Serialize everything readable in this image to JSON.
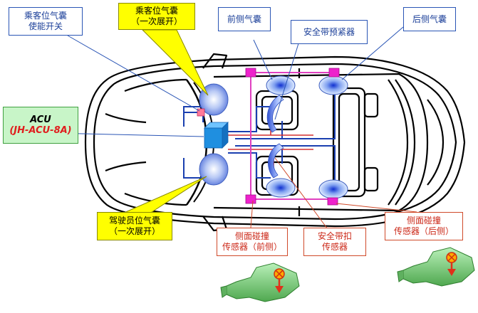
{
  "labels": {
    "passenger_switch": [
      "乘客位气囊",
      "使能开关"
    ],
    "passenger_airbag": [
      "乘客位气囊",
      "（一次展开）"
    ],
    "front_side_airbag": [
      "前侧气囊"
    ],
    "pretensioner": [
      "安全带预紧器"
    ],
    "rear_side_airbag": [
      "后侧气囊"
    ],
    "acu": [
      "ACU",
      "(JH-ACU-8A)"
    ],
    "driver_airbag": [
      "驾驶员位气囊",
      "（一次展开）"
    ],
    "front_sensor": [
      "侧面碰撞",
      "传感器（前侧）"
    ],
    "buckle_sensor": [
      "安全带扣",
      "传感器"
    ],
    "rear_sensor": [
      "侧面碰撞",
      "传感器（后侧）"
    ]
  },
  "colors": {
    "label_blue": "#1b3f99",
    "label_red": "#cc2a1a",
    "callout_yellow": "#ffff00",
    "acu_green": "#c8f5c8",
    "acu_module": "#1f8fe0",
    "harness_blue": "#1a3fb0",
    "harness_red": "#d43030",
    "harness_pink": "#e040c0",
    "connector_magenta": "#ee22cc",
    "sensor_green": "#7fd07f"
  }
}
